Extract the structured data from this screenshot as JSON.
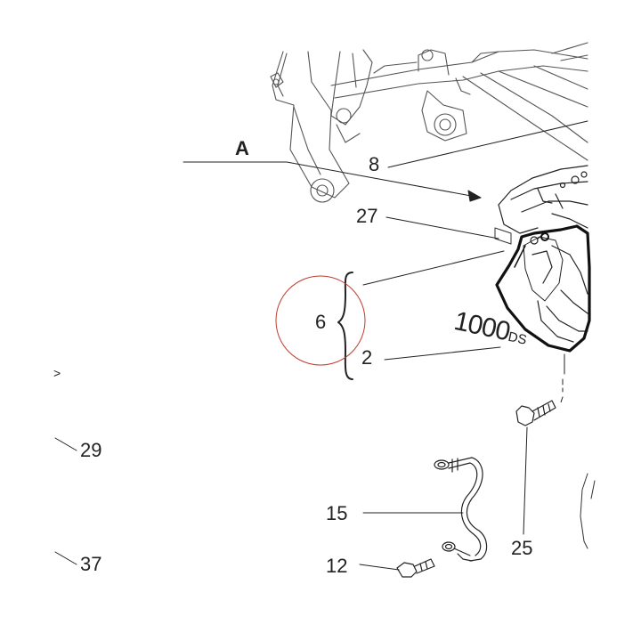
{
  "diagram": {
    "view_label": "A",
    "callouts": {
      "c8": "8",
      "c27": "27",
      "c6": "6",
      "c2": "2",
      "c29": "29",
      "c37": "37",
      "c15": "15",
      "c12": "12",
      "c25": "25"
    },
    "stamp": {
      "main": "1000",
      "suffix": "DS"
    },
    "side_mark": ">",
    "colors": {
      "line": "#222222",
      "highlight_circle": "#c0392b"
    }
  }
}
